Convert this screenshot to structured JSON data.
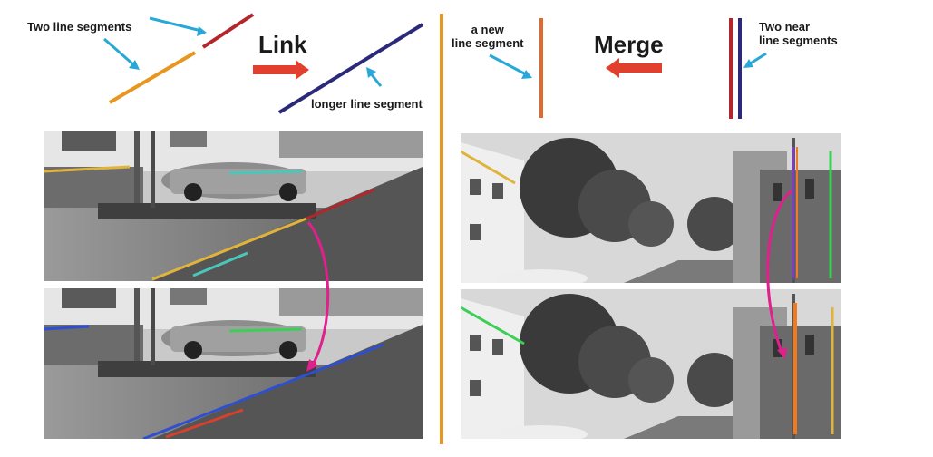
{
  "link_panel": {
    "input_label": "Two line segments",
    "operation": "Link",
    "output_label": "longer line segment"
  },
  "merge_panel": {
    "output_label_line1": "a new",
    "output_label_line2": "line segment",
    "operation": "Merge",
    "input_label_line1": "Two near",
    "input_label_line2": "line segments"
  },
  "colors": {
    "segment_orange": "#e8961f",
    "segment_dark_red": "#b3262b",
    "segment_navy": "#2b2a7a",
    "arrow_red": "#e2402f",
    "pointer_blue": "#29a8d8",
    "divider_orange": "#e8961f",
    "curve_magenta": "#e0208c",
    "overlay_yellow": "#e0b43a",
    "overlay_cyan": "#4ac7b8",
    "overlay_blue": "#2f4fd0",
    "overlay_red": "#d8402e",
    "overlay_green": "#3ccf55",
    "overlay_orange": "#f07a20",
    "overlay_purple": "#7b3fc0"
  }
}
